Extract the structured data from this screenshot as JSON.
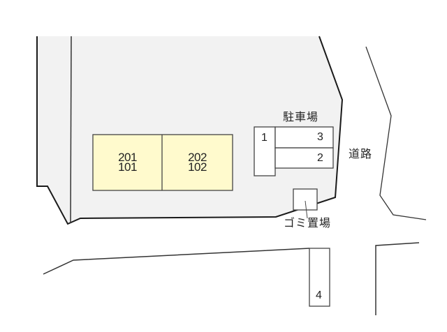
{
  "diagram": {
    "type": "site-layout-map",
    "colors": {
      "lot_fill": "#f2f2f2",
      "building_fill": "#fffacd",
      "line": "#1a1a1a",
      "background": "#ffffff"
    },
    "building": {
      "units": [
        {
          "upper": "201",
          "lower": "101"
        },
        {
          "upper": "202",
          "lower": "102"
        }
      ]
    },
    "parking": {
      "label": "駐車場",
      "spaces": [
        "1",
        "3",
        "2"
      ]
    },
    "garbage": {
      "label": "ゴミ置場"
    },
    "road": {
      "label": "道路"
    },
    "offsite_parking": {
      "space": "4"
    }
  }
}
